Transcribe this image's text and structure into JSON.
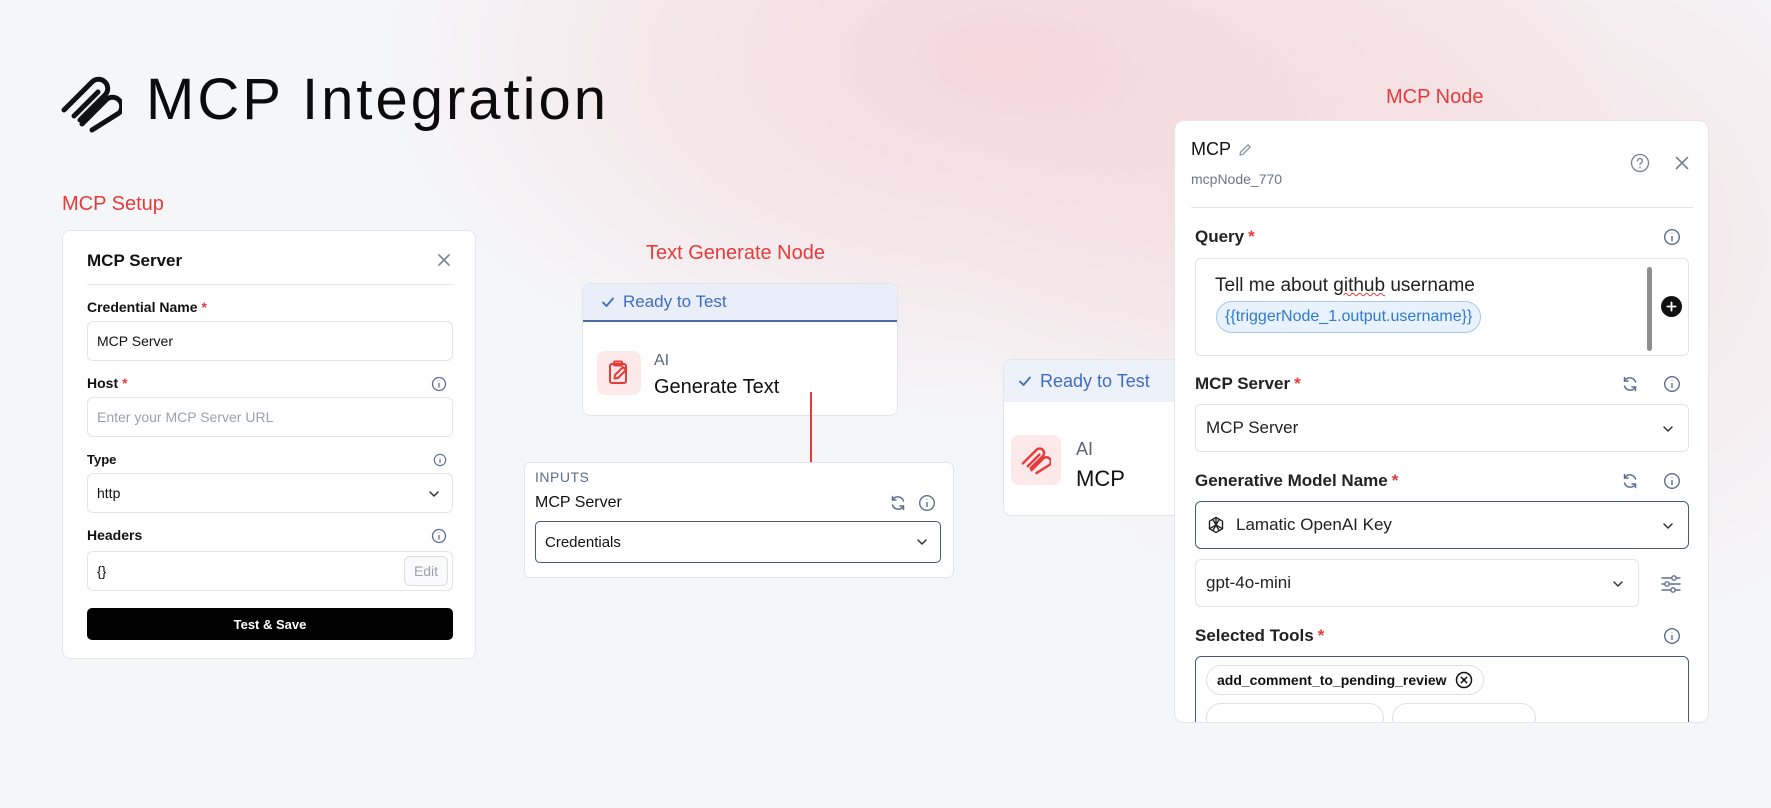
{
  "page": {
    "title": "MCP Integration"
  },
  "labels": {
    "setup": "MCP Setup",
    "text_generate": "Text Generate Node",
    "mcp_node": "MCP Node"
  },
  "setup_panel": {
    "title": "MCP Server",
    "credential_name_label": "Credential Name",
    "credential_name_value": "MCP Server",
    "host_label": "Host",
    "host_placeholder": "Enter your MCP Server URL",
    "type_label": "Type",
    "type_value": "http",
    "headers_label": "Headers",
    "headers_value": "{}",
    "edit_label": "Edit",
    "save_label": "Test & Save",
    "required_mark": "*"
  },
  "text_node": {
    "status": "Ready to Test",
    "category": "AI",
    "name": "Generate Text"
  },
  "inputs_card": {
    "header": "INPUTS",
    "field_label": "MCP Server",
    "select_value": "Credentials"
  },
  "mcp_card": {
    "status": "Ready to Test",
    "category": "AI",
    "name": "MCP"
  },
  "node_panel": {
    "title": "MCP",
    "node_id": "mcpNode_770",
    "query_label": "Query",
    "query_text_prefix": "Tell me about ",
    "query_text_word": "github",
    "query_text_suffix": " username",
    "query_variable": "{{triggerNode_1.output.username}}",
    "server_label": "MCP Server",
    "server_value": "MCP Server",
    "model_label": "Generative Model Name",
    "model_provider": "Lamatic OpenAI Key",
    "model_value": "gpt-4o-mini",
    "tools_label": "Selected Tools",
    "tools": [
      "add_comment_to_pending_review"
    ],
    "required_mark": "*"
  },
  "colors": {
    "accent_red": "#e53b3b",
    "ready_blue": "#3f6cc1",
    "chip_blue": "#2f7ad0"
  }
}
